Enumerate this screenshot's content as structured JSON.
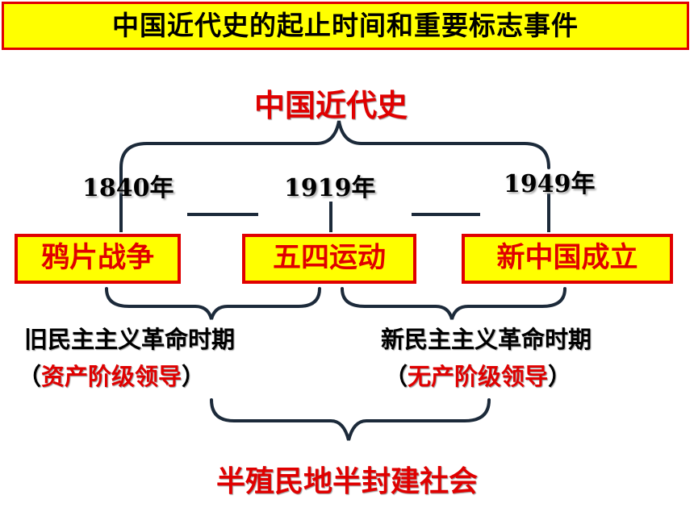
{
  "title": "中国近代史的起止时间和重要标志事件",
  "era_title": "中国近代史",
  "years": [
    "1840年",
    "1919年",
    "1949年"
  ],
  "events": [
    "鸦片战争",
    "五四运动",
    "新中国成立"
  ],
  "periods": [
    {
      "name": "旧民主主义革命时期",
      "leader_open": "（",
      "leader": "资产阶级领导",
      "leader_close": "）"
    },
    {
      "name": "新民主主义革命时期",
      "leader_open": "（",
      "leader": "无产阶级领导",
      "leader_close": "）"
    }
  ],
  "society": "半殖民地半封建社会",
  "colors": {
    "accent": "#e00000",
    "highlight": "#ffff00",
    "line": "#1c2a3a"
  }
}
